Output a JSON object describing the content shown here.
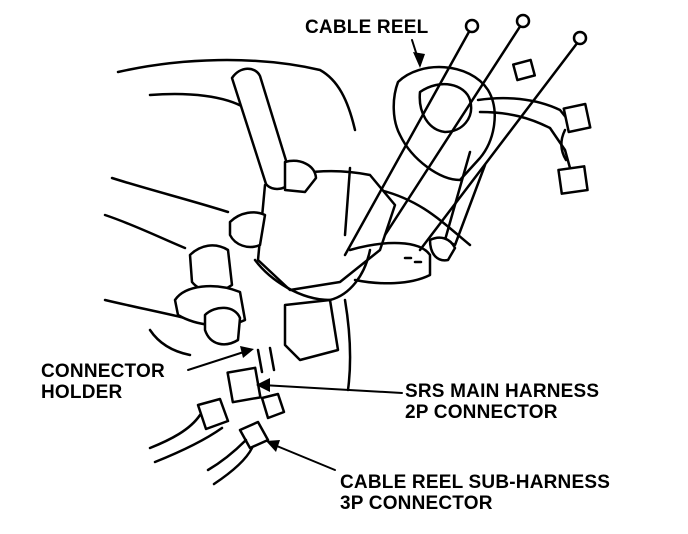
{
  "labels": {
    "cable_reel": "CABLE REEL",
    "connector_holder": [
      "CONNECTOR",
      "HOLDER"
    ],
    "srs_main_harness": [
      "SRS MAIN HARNESS",
      "2P CONNECTOR"
    ],
    "cable_reel_sub_harness": [
      "CABLE REEL SUB-HARNESS",
      "3P CONNECTOR"
    ]
  },
  "colors": {
    "ink": "#000000",
    "paper": "#ffffff"
  }
}
